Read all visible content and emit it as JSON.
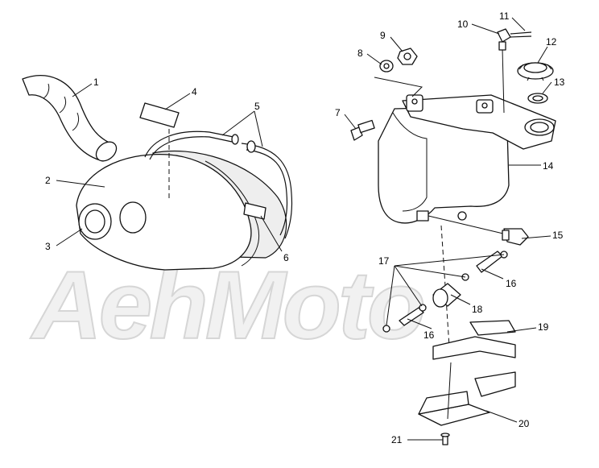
{
  "watermark": {
    "text": "AehMoto"
  },
  "callouts": [
    {
      "id": "1",
      "text": "1"
    },
    {
      "id": "2",
      "text": "2"
    },
    {
      "id": "3",
      "text": "3"
    },
    {
      "id": "4",
      "text": "4"
    },
    {
      "id": "5",
      "text": "5"
    },
    {
      "id": "6",
      "text": "6"
    },
    {
      "id": "7",
      "text": "7"
    },
    {
      "id": "8",
      "text": "8"
    },
    {
      "id": "9",
      "text": "9"
    },
    {
      "id": "10",
      "text": "10"
    },
    {
      "id": "11",
      "text": "11"
    },
    {
      "id": "12",
      "text": "12"
    },
    {
      "id": "13",
      "text": "13"
    },
    {
      "id": "14",
      "text": "14"
    },
    {
      "id": "15",
      "text": "15"
    },
    {
      "id": "16a",
      "text": "16"
    },
    {
      "id": "16b",
      "text": "16"
    },
    {
      "id": "17",
      "text": "17"
    },
    {
      "id": "18",
      "text": "18"
    },
    {
      "id": "19",
      "text": "19"
    },
    {
      "id": "20",
      "text": "20"
    },
    {
      "id": "21",
      "text": "21"
    }
  ]
}
